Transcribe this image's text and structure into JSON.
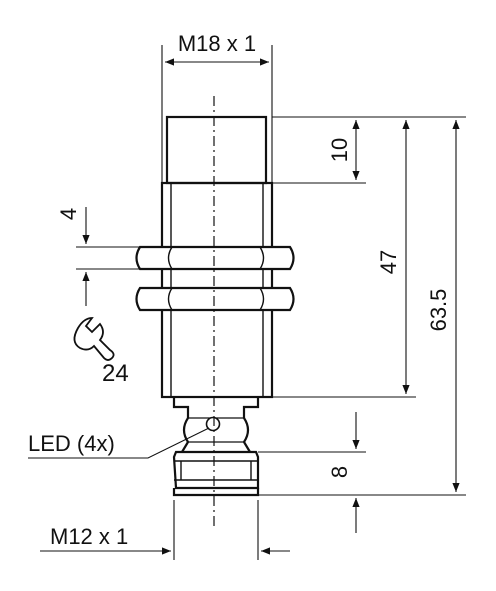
{
  "diagram": {
    "labels": {
      "thread_main": "M18 x 1",
      "thread_connector": "M12 x 1",
      "led": "LED (4x)",
      "wrench_size": "24"
    },
    "dimensions": {
      "housing_top": "10",
      "nut_thickness": "4",
      "thread_length": "47",
      "total_length": "63.5",
      "connector_length": "8"
    }
  }
}
